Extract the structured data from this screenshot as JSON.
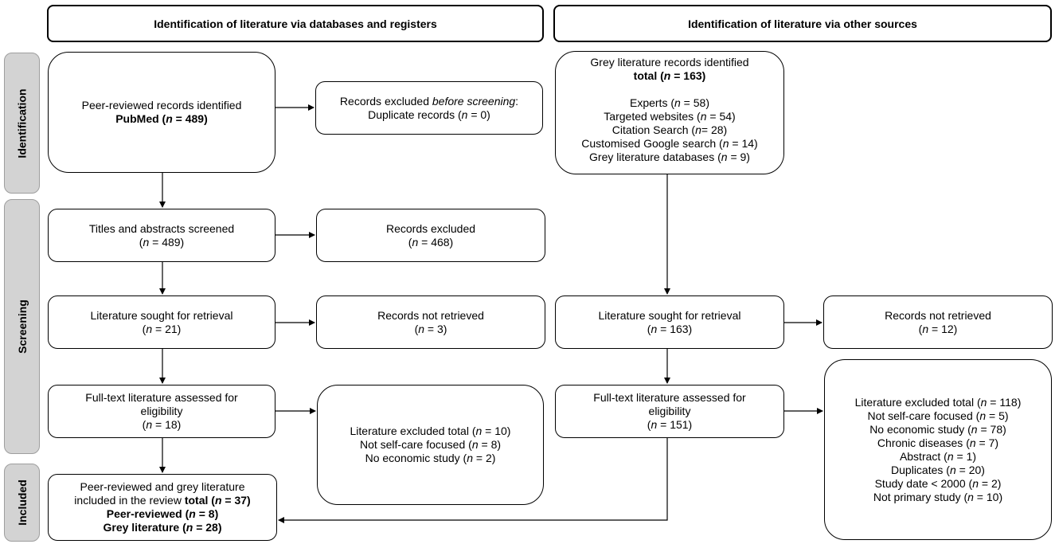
{
  "headers": {
    "left": "Identification of literature via databases and registers",
    "right": "Identification of literature via other sources"
  },
  "stages": {
    "identification": "Identification",
    "screening": "Screening",
    "included": "Included"
  },
  "n": "n",
  "pubmed": {
    "line1": "Peer-reviewed records identified",
    "label": "PubMed (",
    "value": " = 489)"
  },
  "excluded_before": {
    "line1a": "Records excluded ",
    "line1b": "before screening",
    "line1c": ":",
    "line2": "Duplicate records (",
    "value": "  = 0)"
  },
  "grey_identified": {
    "line1": "Grey literature records identified",
    "total_label": "total (",
    "total_value": " = 163)",
    "items": [
      {
        "label": "Experts (",
        "value": " = 58)"
      },
      {
        "label": "Targeted websites (",
        "value": " = 54)"
      },
      {
        "label": "Citation Search (",
        "value": "= 28)"
      },
      {
        "label": "Customised Google search (",
        "value": " = 14)"
      },
      {
        "label": "Grey literature databases (",
        "value": " = 9)"
      }
    ]
  },
  "titles_screened": {
    "line1": "Titles and abstracts screened",
    "open": "(",
    "value": "  = 489)"
  },
  "records_excluded": {
    "line1": "Records excluded",
    "open": "(",
    "value": "  = 468)"
  },
  "sought_left": {
    "line1": "Literature sought for retrieval",
    "open": "(",
    "value": "  = 21)"
  },
  "not_retrieved_left": {
    "line1": "Records not retrieved",
    "open": "(",
    "value": "  = 3)"
  },
  "sought_right": {
    "line1": "Literature sought for retrieval",
    "open": "(",
    "value": "  = 163)"
  },
  "not_retrieved_right": {
    "line1": "Records not retrieved",
    "open": "(",
    "value": "  = 12)"
  },
  "fulltext_left": {
    "line1": "Full-text literature assessed for",
    "line2": "eligibility",
    "open": "(",
    "value": "  = 18)"
  },
  "fulltext_right": {
    "line1": "Full-text literature assessed for",
    "line2": "eligibility",
    "open": "(",
    "value": "  = 151)"
  },
  "excluded_left": {
    "items": [
      {
        "label": "Literature excluded total (",
        "value": " = 10)"
      },
      {
        "label": "Not self-care focused  (",
        "value": "  = 8)"
      },
      {
        "label": "No economic study  (",
        "value": " = 2)"
      }
    ]
  },
  "excluded_right": {
    "items": [
      {
        "label": "Literature excluded total (",
        "value": " = 118)"
      },
      {
        "label": "Not self-care focused  (",
        "value": "  = 5)"
      },
      {
        "label": "No economic study (",
        "value": " = 78)"
      },
      {
        "label": "Chronic diseases (",
        "value": " = 7)"
      },
      {
        "label": "Abstract (",
        "value": " = 1)"
      },
      {
        "label": "Duplicates (",
        "value": " = 20)"
      },
      {
        "label": "Study date < 2000 (",
        "value": " = 2)"
      },
      {
        "label": "Not primary study (",
        "value": " = 10)"
      }
    ]
  },
  "included": {
    "line1": "Peer-reviewed and grey literature",
    "line2": "included in the review ",
    "total_label": "total (",
    "total_value": " = 37)",
    "peer_label": "Peer-reviewed (",
    "peer_value": " = 8)",
    "grey_label": "Grey literature (",
    "grey_value": " = 28)"
  }
}
